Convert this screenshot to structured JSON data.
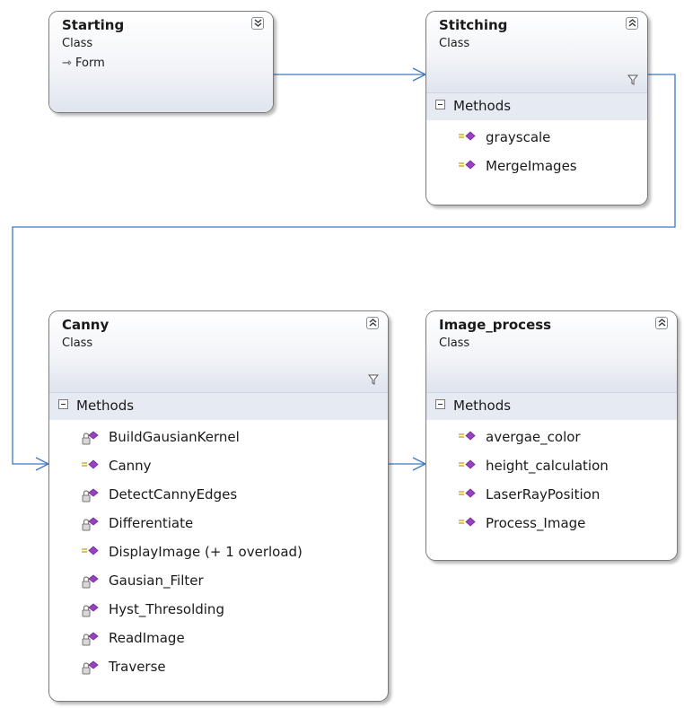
{
  "classes": {
    "starting": {
      "name": "Starting",
      "type": "Class",
      "base": "Form",
      "expanded": false
    },
    "stitching": {
      "name": "Stitching",
      "type": "Class",
      "section": "Methods",
      "methods": [
        {
          "label": "grayscale",
          "access": "public"
        },
        {
          "label": "MergeImages",
          "access": "public"
        }
      ]
    },
    "canny": {
      "name": "Canny",
      "type": "Class",
      "section": "Methods",
      "methods": [
        {
          "label": "BuildGausianKernel",
          "access": "private"
        },
        {
          "label": "Canny",
          "access": "public"
        },
        {
          "label": "DetectCannyEdges",
          "access": "private"
        },
        {
          "label": "Differentiate",
          "access": "private"
        },
        {
          "label": "DisplayImage (+ 1 overload)",
          "access": "public"
        },
        {
          "label": "Gausian_Filter",
          "access": "private"
        },
        {
          "label": "Hyst_Thresolding",
          "access": "private"
        },
        {
          "label": "ReadImage",
          "access": "private"
        },
        {
          "label": "Traverse",
          "access": "private"
        }
      ]
    },
    "image_process": {
      "name": "Image_process",
      "type": "Class",
      "section": "Methods",
      "methods": [
        {
          "label": "avergae_color",
          "access": "public"
        },
        {
          "label": "height_calculation",
          "access": "public"
        },
        {
          "label": "LaserRayPosition",
          "access": "public"
        },
        {
          "label": "Process_Image",
          "access": "public"
        }
      ]
    }
  },
  "icons": {
    "expand": "chevron-double-down-icon",
    "collapse": "chevron-double-up-icon",
    "filter": "filter-icon",
    "inherit": "inheritance-arrow-icon",
    "public_method": "public-method-icon",
    "private_method": "private-method-icon"
  },
  "colors": {
    "method_purple": "#9b3fc4",
    "connector": "#3c78c8"
  }
}
